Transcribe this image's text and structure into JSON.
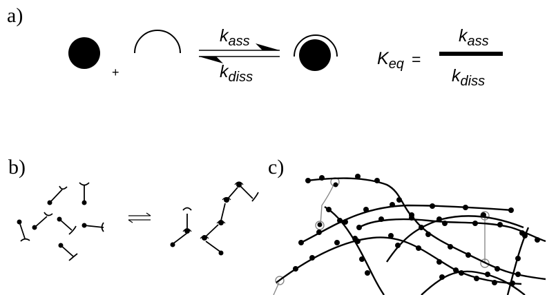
{
  "panel_labels": {
    "a": "a)",
    "b": "b)",
    "c": "c)"
  },
  "panel_a": {
    "plus": "+",
    "k_forward": {
      "k": "k",
      "sub": "ass"
    },
    "k_reverse": {
      "k": "k",
      "sub": "diss"
    },
    "equilibrium": {
      "lhs": {
        "k": "K",
        "sub": "eq"
      },
      "equals": "=",
      "numerator": {
        "k": "k",
        "sub": "ass"
      },
      "denominator": {
        "k": "k",
        "sub": "diss"
      }
    }
  }
}
